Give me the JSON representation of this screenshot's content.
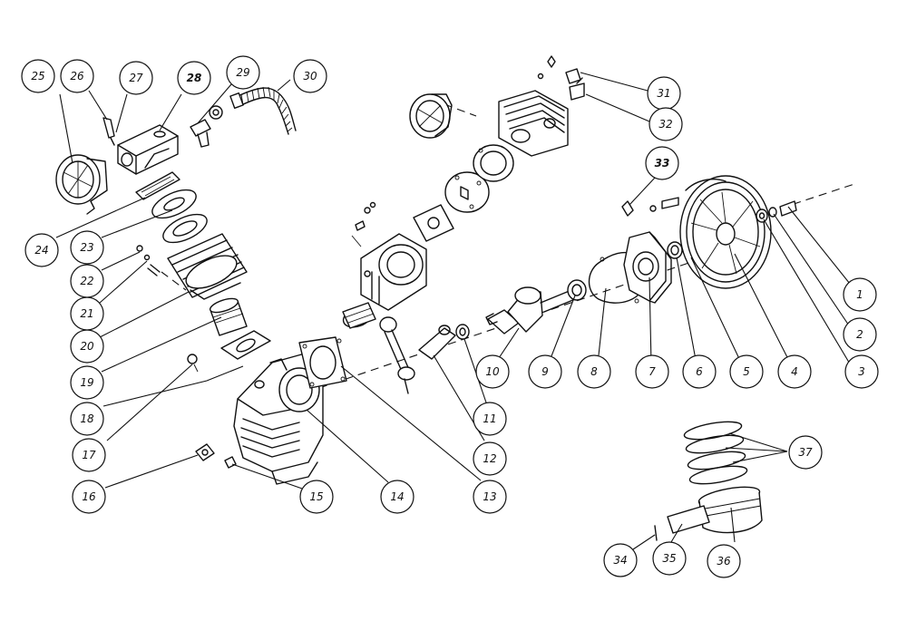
{
  "callouts": [
    {
      "label": "1"
    },
    {
      "label": "2"
    },
    {
      "label": "3"
    },
    {
      "label": "4"
    },
    {
      "label": "5"
    },
    {
      "label": "6"
    },
    {
      "label": "7"
    },
    {
      "label": "8"
    },
    {
      "label": "9"
    },
    {
      "label": "10"
    },
    {
      "label": "11"
    },
    {
      "label": "12"
    },
    {
      "label": "13"
    },
    {
      "label": "14"
    },
    {
      "label": "15"
    },
    {
      "label": "16"
    },
    {
      "label": "17"
    },
    {
      "label": "18"
    },
    {
      "label": "19"
    },
    {
      "label": "20"
    },
    {
      "label": "21"
    },
    {
      "label": "22"
    },
    {
      "label": "23"
    },
    {
      "label": "24"
    },
    {
      "label": "25"
    },
    {
      "label": "26"
    },
    {
      "label": "27"
    },
    {
      "label": "28"
    },
    {
      "label": "29"
    },
    {
      "label": "30"
    },
    {
      "label": "31"
    },
    {
      "label": "32"
    },
    {
      "label": "33"
    },
    {
      "label": "34"
    },
    {
      "label": "35"
    },
    {
      "label": "36"
    },
    {
      "label": "37"
    }
  ]
}
